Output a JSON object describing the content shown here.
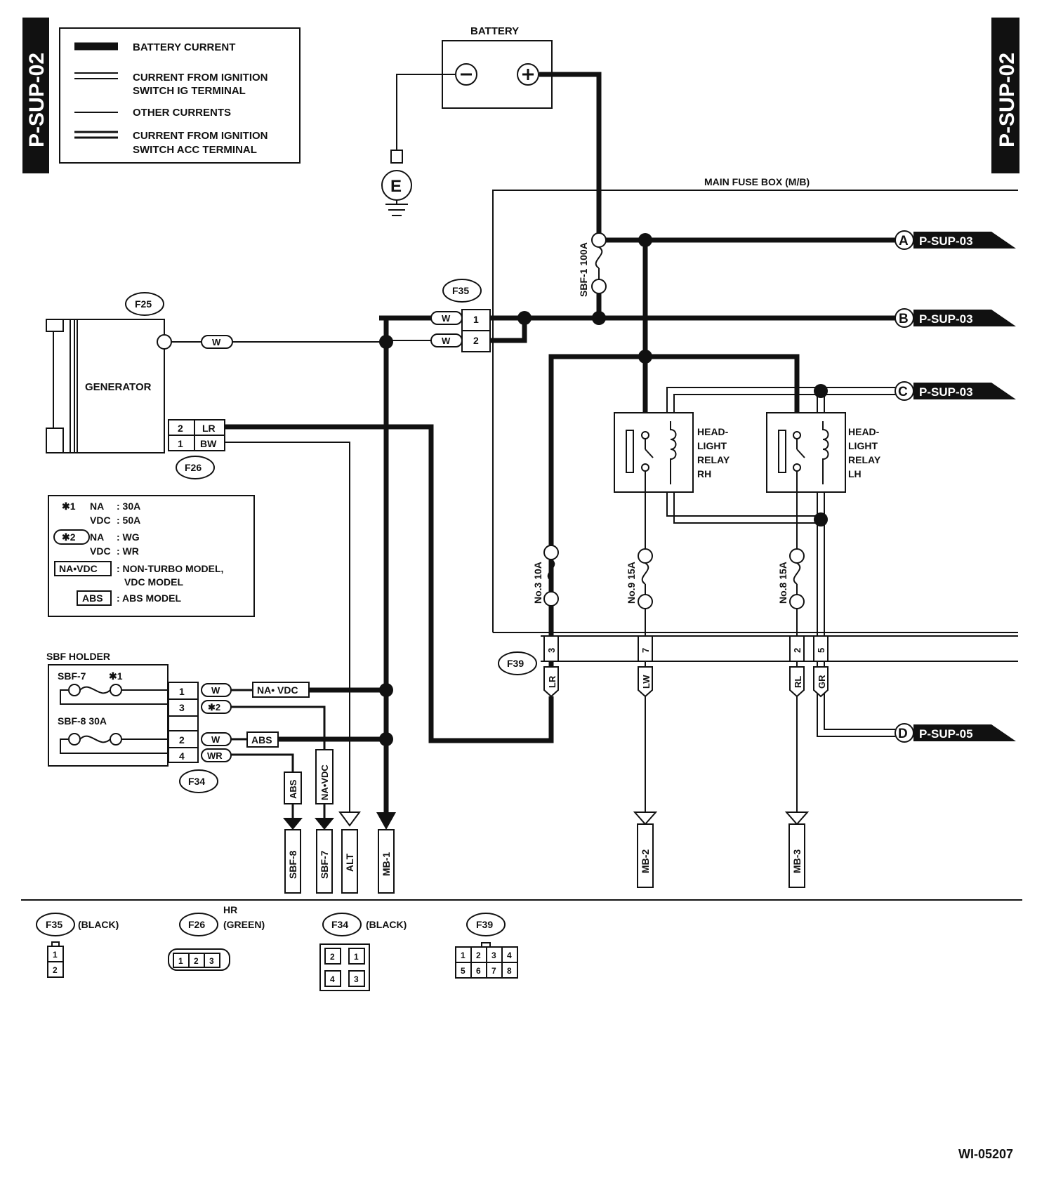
{
  "page_code": "P-SUP-02",
  "figure_id": "WI-05207",
  "legend": {
    "battery_current": "BATTERY CURRENT",
    "ig_line1": "CURRENT FROM IGNITION",
    "ig_line2": "SWITCH IG TERMINAL",
    "other": "OTHER CURRENTS",
    "acc_line1": "CURRENT FROM IGNITION",
    "acc_line2": "SWITCH ACC TERMINAL"
  },
  "battery": {
    "label": "BATTERY",
    "minus": "−",
    "plus": "+",
    "ground": "E"
  },
  "main_fuse_box": "MAIN FUSE BOX (M/B)",
  "fuses": {
    "sbf1": "SBF-1 100A",
    "no3": "No.3 10A",
    "no9": "No.9 15A",
    "no8": "No.8 15A"
  },
  "connectors": {
    "f25": "F25",
    "f35": "F35",
    "f26": "F26",
    "f34": "F34",
    "f39": "F39"
  },
  "generator": {
    "label": "GENERATOR"
  },
  "wires": {
    "w": "W",
    "lr": "LR",
    "bw": "BW",
    "wr": "WR",
    "lw": "LW",
    "rl": "RL",
    "gr": "GR",
    "star2": "✱2"
  },
  "pins": {
    "p1": "1",
    "p2": "2",
    "p3": "3",
    "p4": "4",
    "p5": "5",
    "p7": "7"
  },
  "relays": {
    "rh": [
      "HEAD-",
      "LIGHT",
      "RELAY",
      "RH"
    ],
    "lh": [
      "HEAD-",
      "LIGHT",
      "RELAY",
      "LH"
    ]
  },
  "refs": {
    "a": {
      "letter": "A",
      "page": "P-SUP-03"
    },
    "b": {
      "letter": "B",
      "page": "P-SUP-03"
    },
    "c": {
      "letter": "C",
      "page": "P-SUP-03"
    },
    "d": {
      "letter": "D",
      "page": "P-SUP-05"
    }
  },
  "notes": {
    "n1_mark": "✱1",
    "n1_na": "NA",
    "n1_na_val": ": 30A",
    "n1_vdc": "VDC",
    "n1_vdc_val": ": 50A",
    "n2_mark": "✱2",
    "n2_na": "NA",
    "n2_na_val": ": WG",
    "n2_vdc": "VDC",
    "n2_vdc_val": ": WR",
    "navdc_tag": "NA•VDC",
    "navdc_desc1": ": NON-TURBO MODEL,",
    "navdc_desc2": "VDC MODEL",
    "abs_tag": "ABS",
    "abs_desc": ": ABS MODEL"
  },
  "sbf_holder": {
    "title": "SBF HOLDER",
    "sbf7": "SBF-7",
    "sbf7_mark": "✱1",
    "sbf8": "SBF-8  30A"
  },
  "tags": {
    "navdc": "NA• VDC",
    "abs": "ABS",
    "navdc_v": "NA•VDC"
  },
  "terminals": {
    "sbf8": "SBF-8",
    "sbf7": "SBF-7",
    "alt": "ALT",
    "mb1": "MB-1",
    "mb2": "MB-2",
    "mb3": "MB-3"
  },
  "connector_views": {
    "f35": {
      "name": "F35",
      "color": "(BLACK)"
    },
    "f26": {
      "name": "F26",
      "hr": "HR",
      "color": "(GREEN)"
    },
    "f34": {
      "name": "F34",
      "color": "(BLACK)"
    },
    "f39": {
      "name": "F39"
    }
  }
}
